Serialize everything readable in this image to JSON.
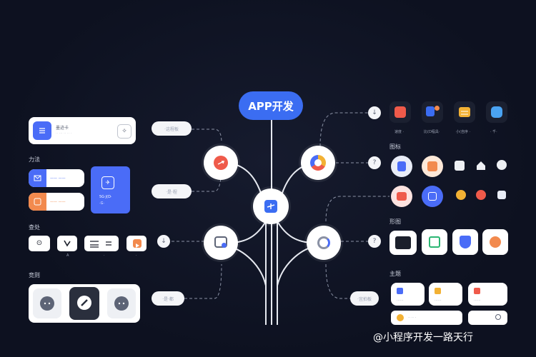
{
  "title": "APP开发",
  "watermark": "@小程序开发一路天行",
  "left": {
    "top_card": {
      "title": "墨迹卡",
      "subtitle": "·· ··· ·· ·· ·"
    },
    "section1": "力法",
    "row_a_label": "—— ——",
    "row_b_label": "—— ——",
    "blue_card": {
      "line1": "5G·J(D·",
      "line2": "·G·"
    },
    "section2": "查处",
    "section3": "竞则",
    "toolbar_marks": [
      "A",
      "·",
      "·"
    ]
  },
  "pills": {
    "p1": "·这程板",
    "p2": "·是·程",
    "p3": "·是·都"
  },
  "right": {
    "top_icon_labels": [
      "速度 ·",
      "比(D程具·",
      "小(自序 ·",
      "· 千·"
    ],
    "section_a": "图标",
    "section_b": "形图",
    "section_c": "主题",
    "pill_label": "·宜拍板",
    "grid_labels": [
      "······",
      "······",
      "······"
    ],
    "search_text": "·· ·· ·"
  },
  "icons": {
    "center": "plane-icon",
    "node_tl": "cloud-arrow-icon",
    "node_tr": "color-wheel-icon",
    "node_bl": "browser-settings-icon",
    "node_br": "refresh-ring-icon"
  },
  "colors": {
    "accent": "#4a6cf7",
    "orange": "#f28a4e",
    "red": "#ef5a4a",
    "background": "#0d1120"
  }
}
